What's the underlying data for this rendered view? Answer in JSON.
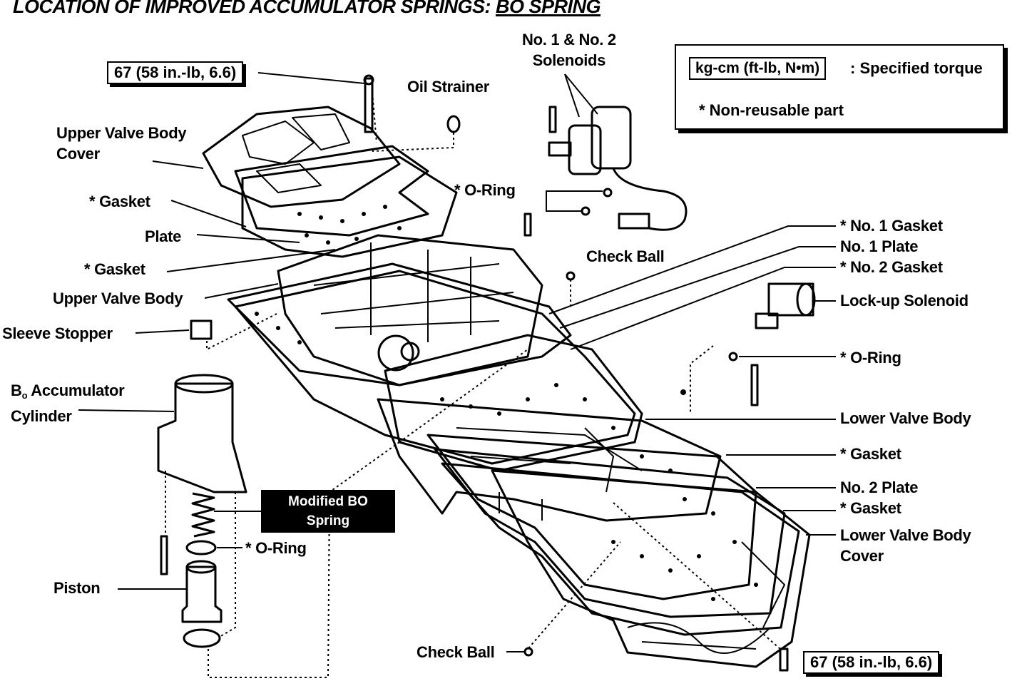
{
  "title": {
    "main": "LOCATION OF IMPROVED ACCUMULATOR SPRINGS:",
    "emphasis": "BO SPRING"
  },
  "legend": {
    "unit_box": "kg-cm (ft-lb, N•m)",
    "unit_text": ": Specified torque",
    "non_reusable": "* Non-reusable part"
  },
  "torque": {
    "top": "67 (58 in.-lb, 6.6)",
    "bottom": "67 (58 in.-lb, 6.6)"
  },
  "highlight": {
    "modified_spring": "Modified BO\nSpring"
  },
  "labels": {
    "solenoids": "No. 1 & No. 2\nSolenoids",
    "oil_strainer": "Oil Strainer",
    "upper_cover": "Upper Valve Body\nCover",
    "gasket_1": "* Gasket",
    "plate": "Plate",
    "gasket_2": "* Gasket",
    "upper_body": "Upper Valve Body",
    "sleeve_stopper": "Sleeve Stopper",
    "accumulator_letter": "B",
    "accumulator_sub": "o",
    "accumulator_rest": " Accumulator\nCylinder",
    "piston": "Piston",
    "oring_left": "* O-Ring",
    "oring_top": "* O-Ring",
    "check_ball_top": "Check Ball",
    "check_ball_bottom": "Check Ball",
    "no1_gasket": "* No. 1 Gasket",
    "no1_plate": "No. 1 Plate",
    "no2_gasket": "* No. 2 Gasket",
    "lockup": "Lock-up Solenoid",
    "oring_right": "* O-Ring",
    "lower_body": "Lower Valve Body",
    "gasket_3": "* Gasket",
    "no2_plate": "No. 2 Plate",
    "gasket_4": "* Gasket",
    "lower_cover": "Lower Valve Body\nCover"
  }
}
